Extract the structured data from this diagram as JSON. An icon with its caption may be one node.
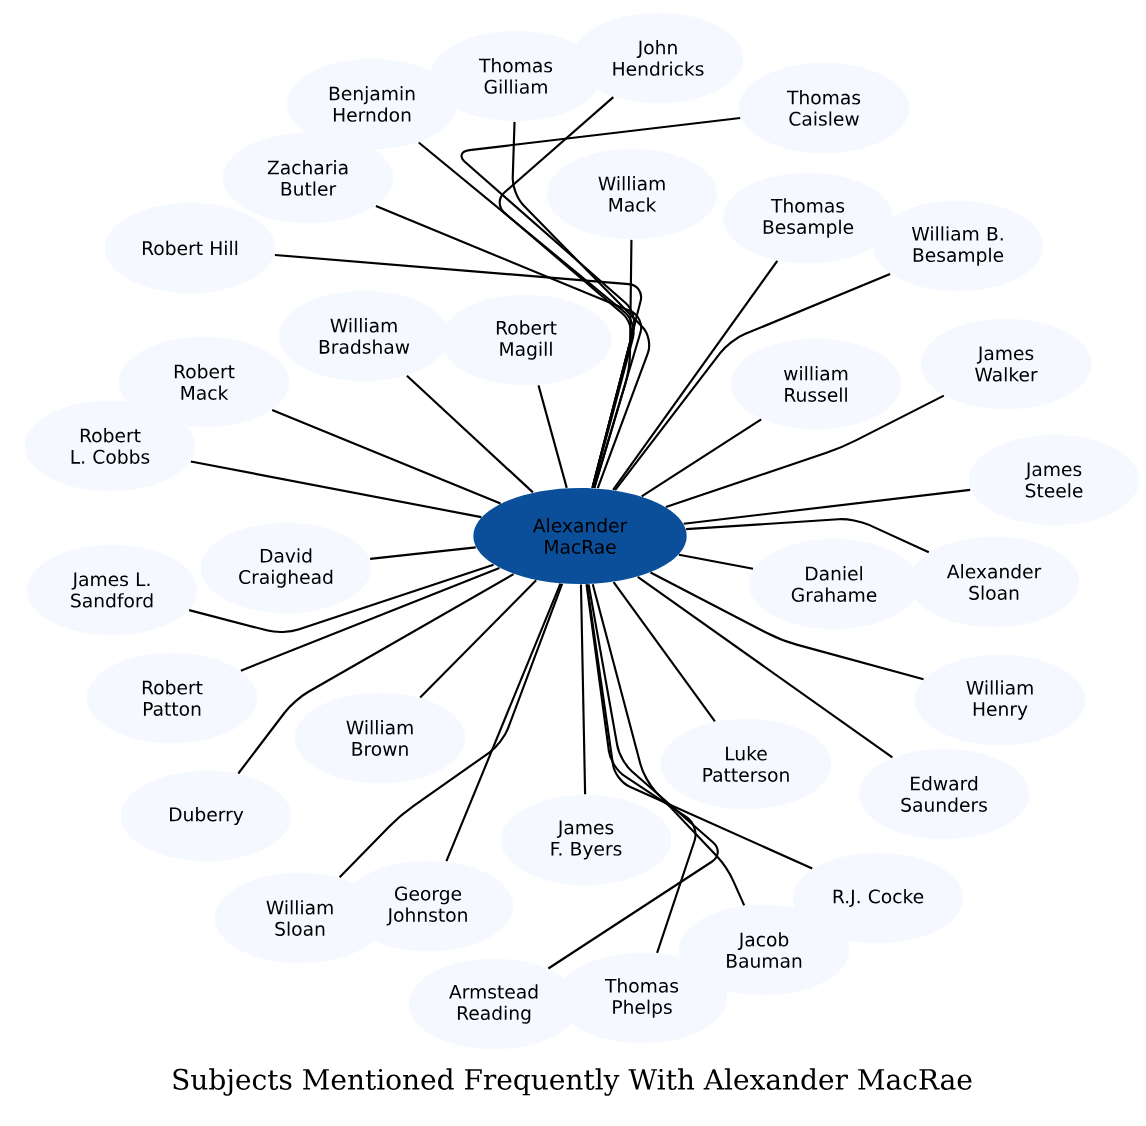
{
  "diagram": {
    "title": "Subjects Mentioned Frequently With Alexander MacRae",
    "nodes": [
      {
        "text": [
          "Alexander MacRae"
        ]
      },
      {
        "text": [
          "Benjamin Herndon"
        ]
      },
      {
        "text": [
          "Thomas Gilliam"
        ]
      },
      {
        "text": [
          "John Hendricks"
        ]
      },
      {
        "text": [
          "Thomas Caislew"
        ]
      },
      {
        "text": [
          "Zacharia Butler"
        ]
      },
      {
        "text": [
          "William Mack"
        ]
      },
      {
        "text": [
          "Thomas Besample"
        ]
      },
      {
        "text": [
          "William B. Besample"
        ]
      },
      {
        "text": [
          "Robert Hill"
        ]
      },
      {
        "text": [
          "William Bradshaw"
        ]
      },
      {
        "text": [
          "Robert Magill"
        ]
      },
      {
        "text": [
          "william Russell"
        ]
      },
      {
        "text": [
          "James Walker"
        ]
      },
      {
        "text": [
          "Robert Mack"
        ]
      },
      {
        "text": [
          "Robert L. Cobbs"
        ]
      },
      {
        "text": [
          "James Steele"
        ]
      },
      {
        "text": [
          "David Craighead"
        ]
      },
      {
        "text": [
          "James L. Sandford"
        ]
      },
      {
        "text": [
          "Daniel Grahame"
        ]
      },
      {
        "text": [
          "Alexander Sloan"
        ]
      },
      {
        "text": [
          "Robert Patton"
        ]
      },
      {
        "text": [
          "William Henry"
        ]
      },
      {
        "text": [
          "William Brown"
        ]
      },
      {
        "text": [
          "Luke Patterson"
        ]
      },
      {
        "text": [
          "Edward Saunders"
        ]
      },
      {
        "text": [
          "Duberry"
        ]
      },
      {
        "text": [
          "James F. Byers"
        ]
      },
      {
        "text": [
          "R.J. Cocke"
        ]
      },
      {
        "text": [
          "William Sloan"
        ]
      },
      {
        "text": [
          "George Johnston"
        ]
      },
      {
        "text": [
          "Jacob Bauman"
        ]
      },
      {
        "text": [
          "Armstead Reading"
        ]
      },
      {
        "text": [
          "Thomas Phelps"
        ]
      }
    ],
    "edges": [
      {
        "from": 0,
        "to": 1,
        "arrow": "none"
      },
      {
        "from": 0,
        "to": 2,
        "arrow": "none"
      },
      {
        "from": 0,
        "to": 3,
        "arrow": "none"
      },
      {
        "from": 0,
        "to": 4,
        "arrow": "none"
      },
      {
        "from": 0,
        "to": 5,
        "arrow": "none"
      },
      {
        "from": 0,
        "to": 6,
        "arrow": "none"
      },
      {
        "from": 0,
        "to": 7,
        "arrow": "none"
      },
      {
        "from": 0,
        "to": 8,
        "arrow": "none"
      },
      {
        "from": 0,
        "to": 9,
        "arrow": "none"
      },
      {
        "from": 0,
        "to": 10,
        "arrow": "none"
      },
      {
        "from": 0,
        "to": 11,
        "arrow": "none"
      },
      {
        "from": 0,
        "to": 12,
        "arrow": "none"
      },
      {
        "from": 0,
        "to": 13,
        "arrow": "none"
      },
      {
        "from": 0,
        "to": 14,
        "arrow": "none"
      },
      {
        "from": 0,
        "to": 15,
        "arrow": "none"
      },
      {
        "from": 0,
        "to": 16,
        "arrow": "none"
      },
      {
        "from": 0,
        "to": 17,
        "arrow": "none"
      },
      {
        "from": 0,
        "to": 18,
        "arrow": "none"
      },
      {
        "from": 0,
        "to": 19,
        "arrow": "none"
      },
      {
        "from": 0,
        "to": 20,
        "arrow": "none"
      },
      {
        "from": 0,
        "to": 21,
        "arrow": "none"
      },
      {
        "from": 0,
        "to": 22,
        "arrow": "none"
      },
      {
        "from": 0,
        "to": 23,
        "arrow": "none"
      },
      {
        "from": 0,
        "to": 24,
        "arrow": "none"
      },
      {
        "from": 0,
        "to": 25,
        "arrow": "none"
      },
      {
        "from": 0,
        "to": 26,
        "arrow": "none"
      },
      {
        "from": 0,
        "to": 27,
        "arrow": "none"
      },
      {
        "from": 0,
        "to": 28,
        "arrow": "none"
      },
      {
        "from": 0,
        "to": 29,
        "arrow": "none"
      },
      {
        "from": 0,
        "to": 30,
        "arrow": "none"
      },
      {
        "from": 0,
        "to": 31,
        "arrow": "none"
      },
      {
        "from": 0,
        "to": 32,
        "arrow": "none"
      },
      {
        "from": 0,
        "to": 33,
        "arrow": "none"
      }
    ]
  }
}
